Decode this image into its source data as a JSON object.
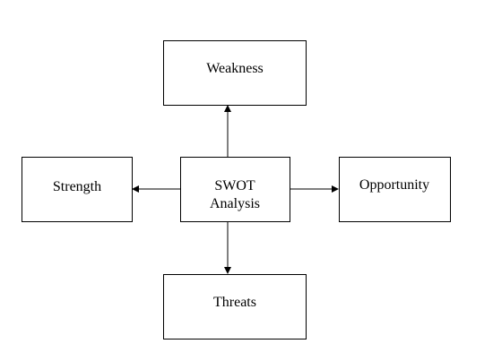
{
  "nodes": {
    "center": {
      "line1": "SWOT",
      "line2": "Analysis"
    },
    "top": {
      "label": "Weakness"
    },
    "left": {
      "label": "Strength"
    },
    "right": {
      "label": "Opportunity"
    },
    "bottom": {
      "label": "Threats"
    }
  },
  "edges": [
    {
      "from": "SWOT Analysis",
      "to": "Weakness"
    },
    {
      "from": "SWOT Analysis",
      "to": "Strength"
    },
    {
      "from": "SWOT Analysis",
      "to": "Opportunity"
    },
    {
      "from": "SWOT Analysis",
      "to": "Threats"
    }
  ]
}
